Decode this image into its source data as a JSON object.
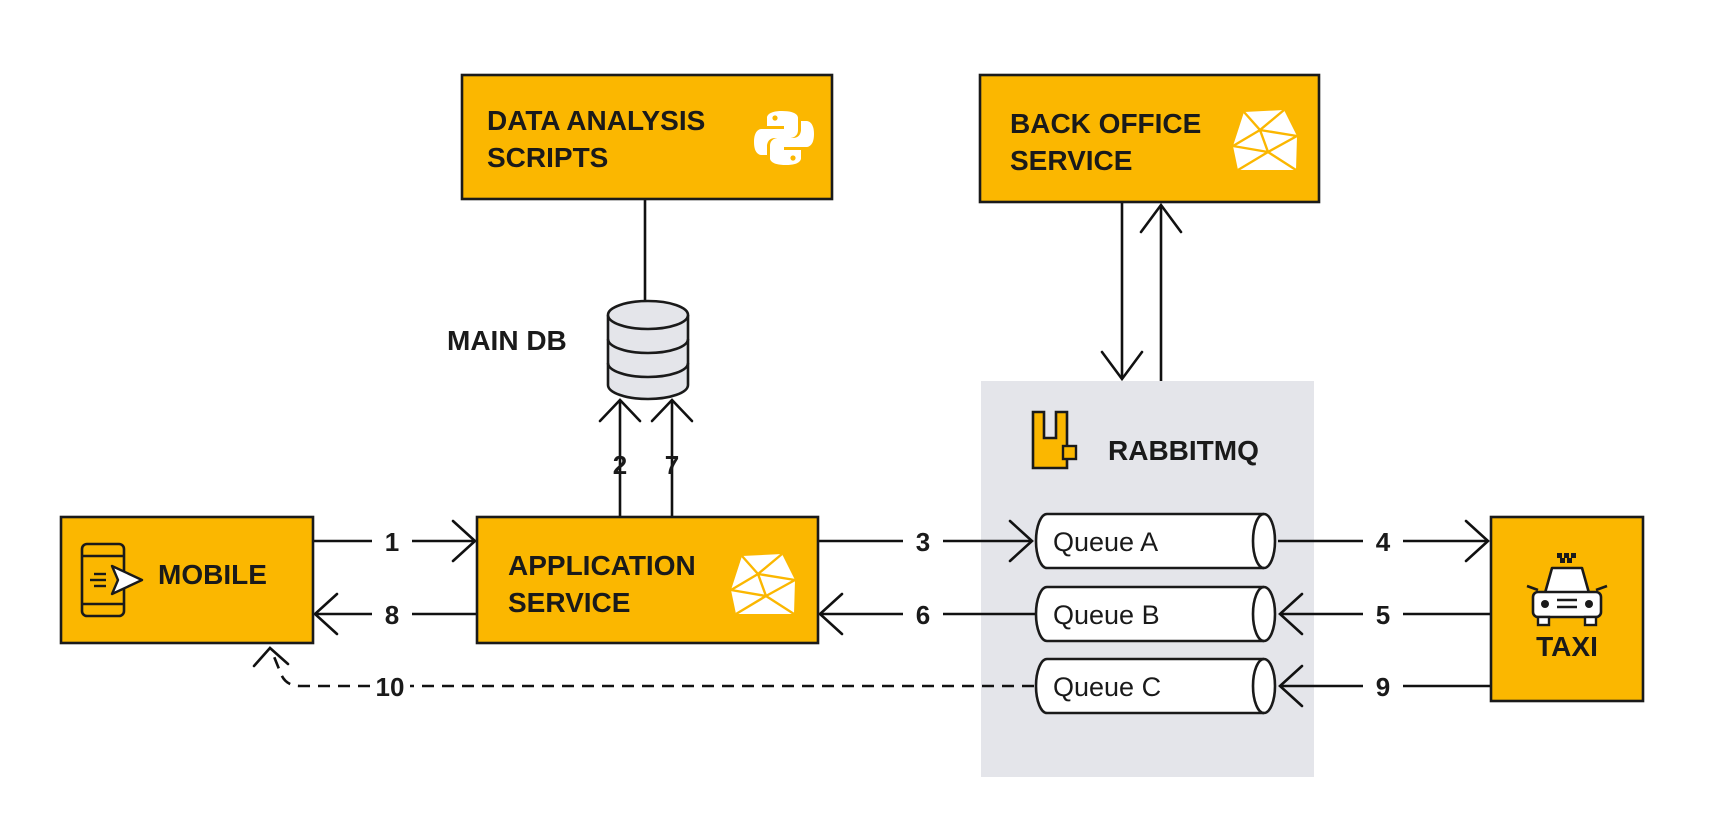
{
  "colors": {
    "box_fill": "#FBB700",
    "box_stroke": "#1A1A1A",
    "rabbitmq_bg": "#E4E5EA",
    "db_fill": "#E4E5EA",
    "line": "#111111",
    "icon_white": "#FFFFFF"
  },
  "nodes": {
    "data_analysis": {
      "line1": "DATA ANALYSIS",
      "line2": "SCRIPTS",
      "icon": "python-icon"
    },
    "back_office": {
      "line1": "BACK OFFICE",
      "line2": "SERVICE",
      "icon": "ruby-icon"
    },
    "main_db": {
      "label": "MAIN DB",
      "icon": "database-icon"
    },
    "rabbitmq": {
      "label": "RABBITMQ",
      "icon": "rabbitmq-icon"
    },
    "mobile": {
      "label": "MOBILE",
      "icon": "mobile-send-icon"
    },
    "application": {
      "line1": "APPLICATION",
      "line2": "SERVICE",
      "icon": "ruby-icon"
    },
    "taxi": {
      "label": "TAXI",
      "icon": "taxi-icon"
    }
  },
  "queues": {
    "a": "Queue A",
    "b": "Queue B",
    "c": "Queue C"
  },
  "flows": {
    "f1": "1",
    "f2": "2",
    "f3": "3",
    "f4": "4",
    "f5": "5",
    "f6": "6",
    "f7": "7",
    "f8": "8",
    "f9": "9",
    "f10": "10"
  }
}
